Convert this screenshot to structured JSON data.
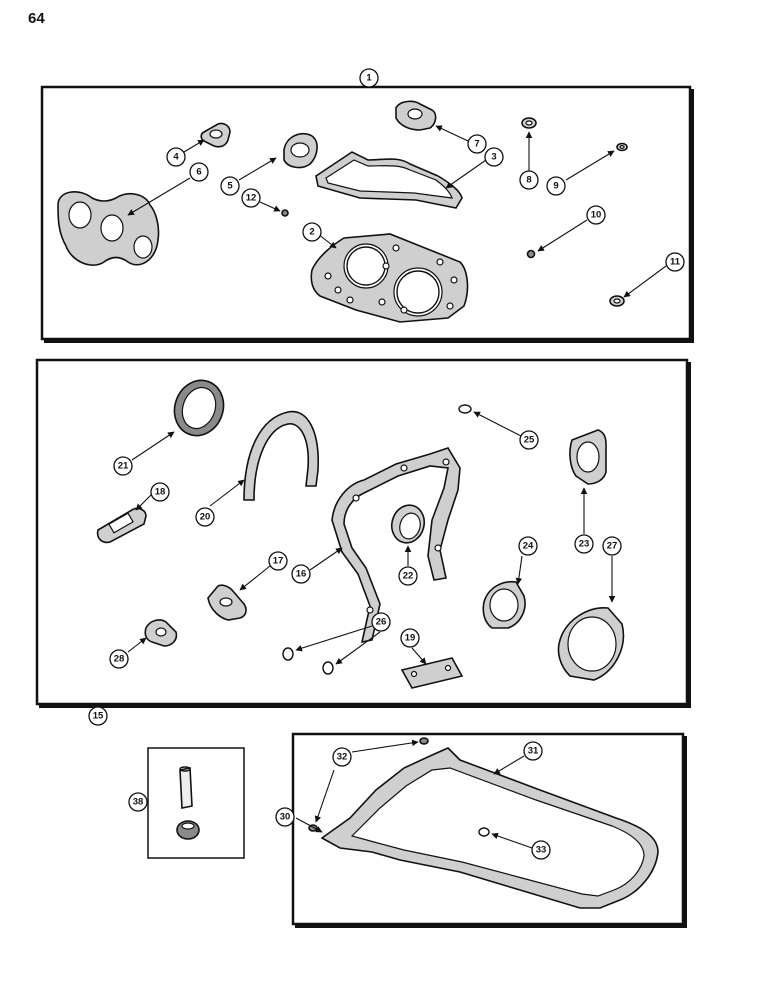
{
  "page_number": "64",
  "callouts": {
    "c1": "1",
    "c2": "2",
    "c3": "3",
    "c4": "4",
    "c5": "5",
    "c6": "6",
    "c7": "7",
    "c8": "8",
    "c9": "9",
    "c10": "10",
    "c11": "11",
    "c12": "12",
    "c15": "15",
    "c16": "16",
    "c17": "17",
    "c18": "18",
    "c19": "19",
    "c20": "20",
    "c21": "21",
    "c22": "22",
    "c23": "23",
    "c24": "24",
    "c25": "25",
    "c26": "26",
    "c27": "27",
    "c28": "28",
    "c30": "30",
    "c31": "31",
    "c32": "32",
    "c33": "33",
    "c38": "38"
  }
}
